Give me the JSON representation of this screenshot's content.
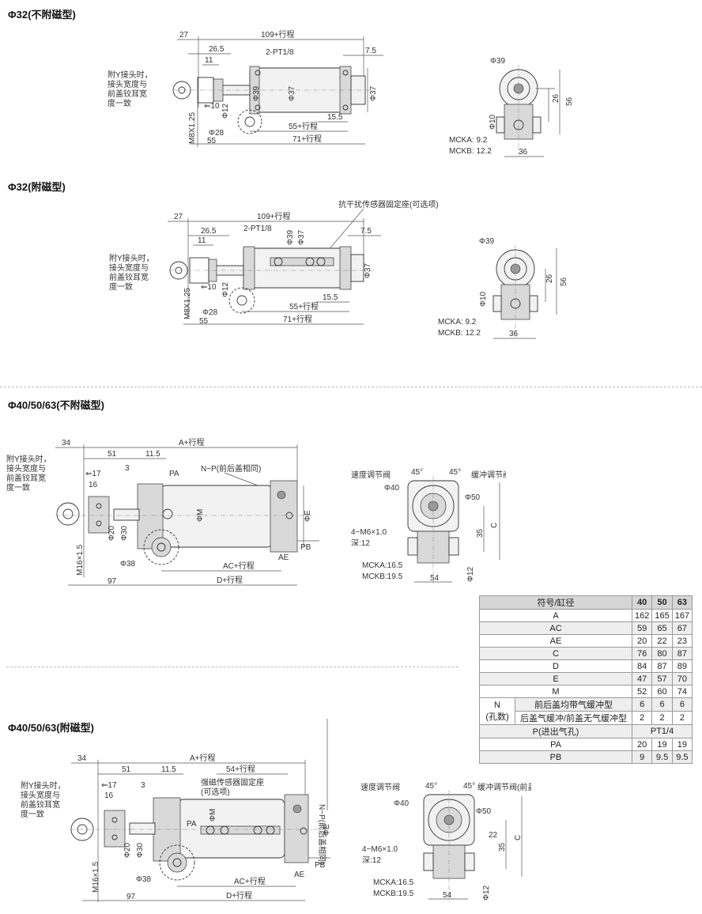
{
  "sections": {
    "s1": {
      "title": "Φ32(不附磁型)"
    },
    "s2": {
      "title": "Φ32(附磁型)"
    },
    "s3": {
      "title": "Φ40/50/63(不附磁型)"
    },
    "s4": {
      "title": "Φ40/50/63(附磁型)"
    }
  },
  "d32a": {
    "note": [
      "附Y接头时，",
      "接头宽度与",
      "前盖铰耳宽",
      "度一致"
    ],
    "dims": {
      "d27": "27",
      "d109": "109+行程",
      "d265": "26.5",
      "pt": "2-PT1/8",
      "d75": "7.5",
      "d11": "11",
      "p39": "Φ39",
      "p37": "Φ37",
      "p37r": "Φ37",
      "m8": "M8X1.25",
      "p10": "⇐10",
      "p12": "Φ12",
      "p28": "Φ28",
      "d55": "55",
      "d155": "15.5",
      "d55s": "55+行程",
      "d71": "71+行程"
    },
    "side": {
      "p39": "Φ39",
      "p10": "Φ10",
      "d26": "26",
      "d56": "56",
      "mcka": "MCKA: 9.2",
      "mckb": "MCKB: 12.2",
      "d36": "36"
    }
  },
  "d32b": {
    "note": [
      "附Y接头时，",
      "接头宽度与",
      "前盖铰耳宽",
      "度一致"
    ],
    "sensor": "抗干扰传感器固定座(可选项)",
    "dims": {
      "d27": "27",
      "d109": "109+行程",
      "d265": "26.5",
      "pt": "2-PT1/8",
      "d75": "7.5",
      "d11": "11",
      "p39": "Φ39",
      "p37": "Φ37",
      "p37r": "Φ37",
      "m8": "M8X1.25",
      "p10": "⇐10",
      "p12": "Φ12",
      "p28": "Φ28",
      "d55": "55",
      "d155": "15.5",
      "d55s": "55+行程",
      "d71": "71+行程"
    },
    "side": {
      "p39": "Φ39",
      "p10": "Φ10",
      "d26": "26",
      "d56": "56",
      "mcka": "MCKA: 9.2",
      "mckb": "MCKB: 12.2",
      "d36": "36"
    }
  },
  "d40a": {
    "note": [
      "附Y接头时，",
      "接头宽度与",
      "前盖铰耳宽",
      "度一致"
    ],
    "dims": {
      "d34": "34",
      "a": "A+行程",
      "d51": "51",
      "d115": "11.5",
      "np": "N−P(前后盖相同)",
      "d3": "3",
      "pa": "PA",
      "p17": "⇐17",
      "d16": "16",
      "pm": "ΦM",
      "pe": "ΦE",
      "p20": "Φ20",
      "p30": "Φ30",
      "m16": "M16×1.5",
      "p38": "Φ38",
      "ac": "AC+行程",
      "ae": "AE",
      "pb": "PB",
      "d97": "97",
      "d": "D+行程"
    },
    "side": {
      "speed": "速度调节阀",
      "cush": "缓冲调节阀(前盖可选)",
      "a1": "45°",
      "a2": "45°",
      "p40": "Φ40",
      "p50": "Φ50",
      "m6": "4−M6×1.0",
      "depth": "深:12",
      "d35": "35",
      "c": "C",
      "mcka": "MCKA:16.5",
      "mckb": "MCKB:19.5",
      "d54": "54",
      "p12": "Φ12"
    }
  },
  "d40b": {
    "note": [
      "附Y接头时，",
      "接头宽度与",
      "前盖铰耳宽",
      "度一致"
    ],
    "sensor": [
      "强磁传感器固定座",
      "(可选项)"
    ],
    "dims": {
      "d34": "34",
      "a": "A+行程",
      "d51": "51",
      "d115": "11.5",
      "d54s": "54+行程",
      "np": "N−P(前后盖相同)",
      "d3": "3",
      "pa": "PA",
      "p17": "⇐17",
      "d16": "16",
      "pm": "ΦM",
      "pe": "ΦE",
      "p20": "Φ20",
      "p30": "Φ30",
      "m16": "M16×1.5",
      "p38": "Φ38",
      "ac": "AC+行程",
      "ae": "AE",
      "pb": "PB",
      "d97": "97",
      "d": "D+行程"
    },
    "side": {
      "speed": "速度调节阀",
      "cush": "缓冲调节阀(前盖可选)",
      "a1": "45°",
      "a2": "45°",
      "p40": "Φ40",
      "p50": "Φ50",
      "d22": "22",
      "m6": "4−M6×1.0",
      "depth": "深:12",
      "d35": "35",
      "c": "C",
      "mcka": "MCKA:16.5",
      "mckb": "MCKB:19.5",
      "d54": "54",
      "p12": "Φ12"
    }
  },
  "table": {
    "header": [
      "符号/缸径",
      "40",
      "50",
      "63"
    ],
    "rows": [
      [
        "A",
        "162",
        "165",
        "167"
      ],
      [
        "AC",
        "59",
        "65",
        "67"
      ],
      [
        "AE",
        "20",
        "22",
        "23"
      ],
      [
        "C",
        "76",
        "80",
        "87"
      ],
      [
        "D",
        "84",
        "87",
        "89"
      ],
      [
        "E",
        "47",
        "57",
        "70"
      ],
      [
        "M",
        "52",
        "60",
        "74"
      ]
    ],
    "n_label": [
      "N",
      "(孔数)"
    ],
    "n_rows": [
      [
        "前后盖均带气缓冲型",
        "6",
        "6",
        "6"
      ],
      [
        "后盖气缓冲/前盖无气缓冲型",
        "2",
        "2",
        "2"
      ]
    ],
    "p_label": "P(进出气孔)",
    "p_value": "PT1/4",
    "tail_rows": [
      [
        "PA",
        "20",
        "19",
        "19"
      ],
      [
        "PB",
        "9",
        "9.5",
        "9.5"
      ]
    ]
  }
}
